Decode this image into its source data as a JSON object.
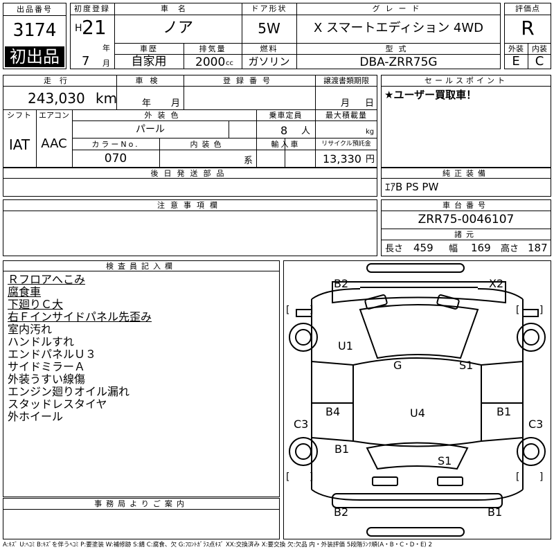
{
  "header": {
    "lot_no_label": "出品番号",
    "lot_no": "3174",
    "first_listing_badge": "初出品",
    "first_reg_label": "初度登録",
    "era": "H",
    "year": "21",
    "year_unit": "年",
    "month": "7",
    "month_unit": "月",
    "car_name_label": "車名",
    "car_name": "ノア",
    "door_label": "ドア形状",
    "door": "5W",
    "grade_label": "グレード",
    "grade": "X スマートエディション 4WD",
    "score_label": "評価点",
    "score": "R",
    "history_label": "車歴",
    "history": "自家用",
    "displacement_label": "排気量",
    "displacement": "2000",
    "displacement_unit": "cc",
    "fuel_label": "燃料",
    "fuel": "ガソリン",
    "model_label": "型式",
    "model": "DBA-ZRR75G",
    "exterior_label": "外装",
    "exterior": "E",
    "interior_label": "内装",
    "interior": "C"
  },
  "row2": {
    "mileage_label": "走行",
    "mileage": "243,030",
    "mileage_unit": "km",
    "inspection_label": "車検",
    "inspection_year_unit": "年",
    "inspection_month_unit": "月",
    "plate_label": "登録番号",
    "transfer_label": "譲渡書類期限",
    "transfer_month_unit": "月",
    "transfer_day_unit": "日",
    "sales_point_label": "セールスポイント",
    "sales_point": "★ユーザー買取車！",
    "shift_label": "シフト",
    "shift": "IAT",
    "ac_label": "エアコン",
    "ac": "AAC",
    "color_label": "外装色",
    "color": "パール",
    "capacity_label": "乗車定員",
    "capacity": "8",
    "capacity_unit": "人",
    "max_load_label": "最大積載量",
    "max_load_unit": "kg",
    "color_no_label": "カラーNo.",
    "color_no": "070",
    "int_color_label": "内装色",
    "int_color_unit": "系",
    "import_label": "輸入車",
    "recycle_label": "リサイクル預託金",
    "recycle": "13,330",
    "recycle_unit": "円",
    "later_parts_label": "後日発送部品",
    "genuine_label": "純正装備",
    "genuine": "ｴｱB PS PW"
  },
  "row3": {
    "caution_label": "注意事項欄",
    "chassis_label": "車台番号",
    "chassis": "ZRR75-0046107",
    "spec_label": "諸元",
    "length_label": "長さ",
    "length": "459",
    "width_label": "幅",
    "width": "169",
    "height_label": "高さ",
    "height": "187"
  },
  "inspector": {
    "label": "検査員記入欄",
    "items": [
      {
        "text": "Ｒフロアへこみ",
        "underline": true
      },
      {
        "text": "腐食車",
        "underline": true
      },
      {
        "text": "下廻りＣ大",
        "underline": true
      },
      {
        "text": "右Ｆインサイドパネル先歪み",
        "underline": true
      },
      {
        "text": "室内汚れ",
        "underline": false
      },
      {
        "text": "ハンドルすれ",
        "underline": false
      },
      {
        "text": "エンドパネルＵ３",
        "underline": false
      },
      {
        "text": "サイドミラーＡ",
        "underline": false
      },
      {
        "text": "外装うすい線傷",
        "underline": false
      },
      {
        "text": "エンジン廻りオイル漏れ",
        "underline": false
      },
      {
        "text": "スタッドレスタイヤ",
        "underline": false
      },
      {
        "text": "外ホイール",
        "underline": false
      }
    ]
  },
  "office": {
    "label": "事務局よりご案内"
  },
  "diagram": {
    "marks": [
      {
        "id": "b2-top",
        "text": "B2"
      },
      {
        "id": "x2-top",
        "text": "X2"
      },
      {
        "id": "u1",
        "text": "U1"
      },
      {
        "id": "g",
        "text": "G"
      },
      {
        "id": "s1-right",
        "text": "S1"
      },
      {
        "id": "b4",
        "text": "B4"
      },
      {
        "id": "u4",
        "text": "U4"
      },
      {
        "id": "b1-right",
        "text": "B1"
      },
      {
        "id": "c3-left",
        "text": "C3"
      },
      {
        "id": "c3-right",
        "text": "C3"
      },
      {
        "id": "b1-left",
        "text": "B1"
      },
      {
        "id": "s1-bottom",
        "text": "S1"
      },
      {
        "id": "b2-bottom",
        "text": "B2"
      },
      {
        "id": "b1-bottom",
        "text": "B1"
      }
    ],
    "brackets": "[ ]"
  },
  "legend": "A:ｷｽﾞ U:ﾍｺﾐ B:ｷｽﾞを伴うﾍｺﾐ P:要塗装 W:補修跡 S:錆 C:腐食、欠 G:ﾌﾛﾝﾄｶﾞﾗｽ点ｷｽﾞ XX:交換済み X:要交換 欠:欠品 内・外装評価 5段階ﾗﾝｸ順(A・B・C・D・E) 2"
}
